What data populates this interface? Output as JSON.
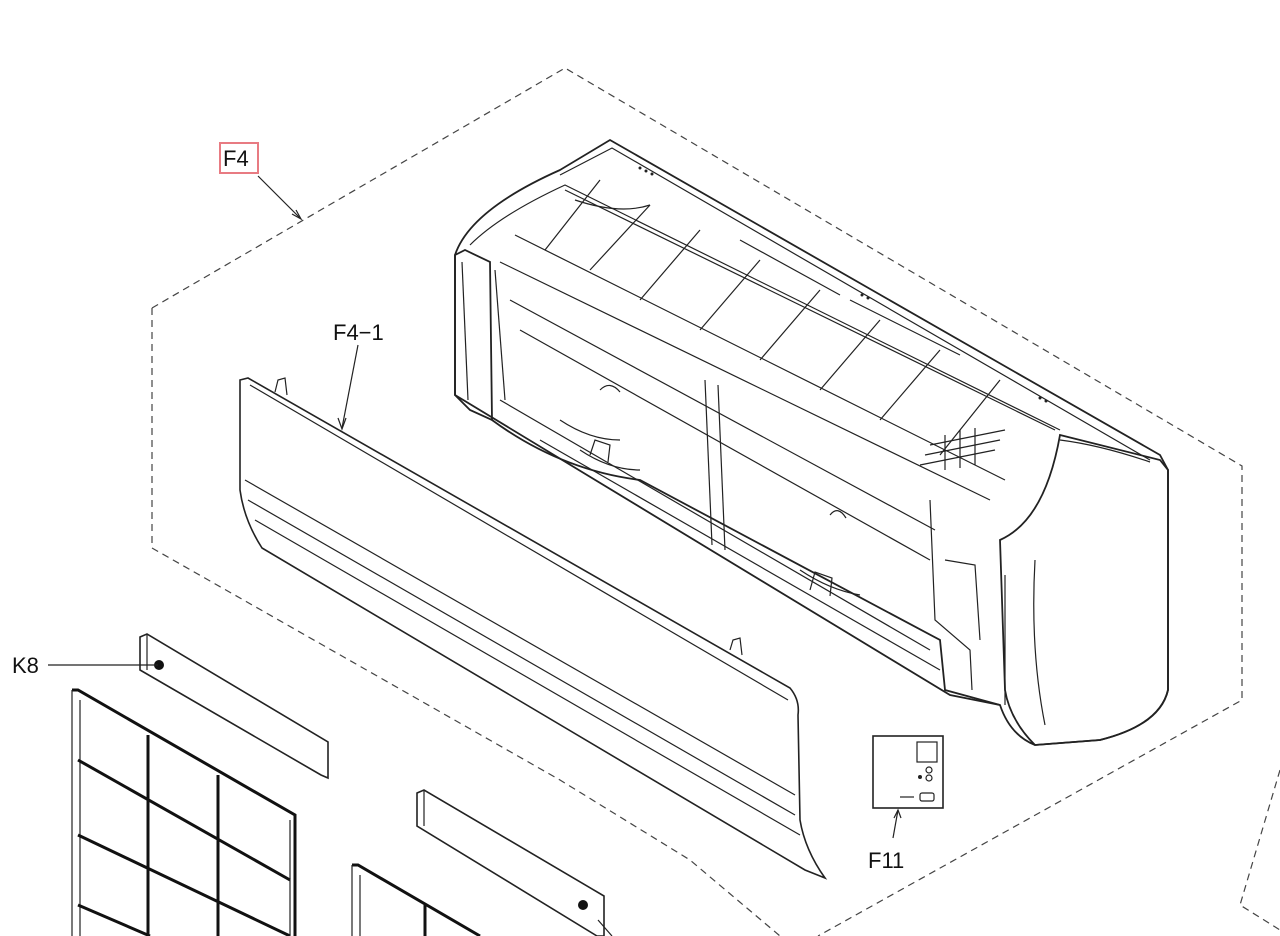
{
  "labels": {
    "f4": "F4",
    "f4_1": "F4−1",
    "k8": "K8",
    "f11": "F11"
  },
  "colors": {
    "highlight_box": "#e87b82",
    "line": "#222222",
    "background": "#ffffff"
  }
}
